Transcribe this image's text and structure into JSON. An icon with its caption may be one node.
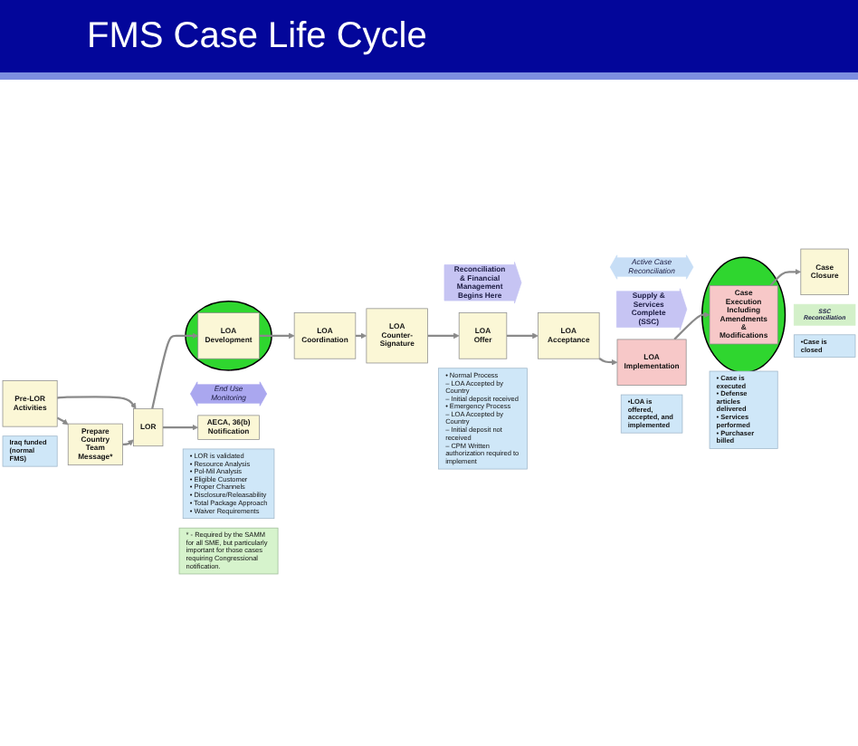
{
  "diagram": {
    "title": "FMS Case Life Cycle",
    "nodes": [
      {
        "text": [
          "End Use Monitoring"
        ]
      },
      {
        "text": [
          "Prepare Country Team Message*"
        ]
      },
      {
        "text": [
          "AECA, 36(b) Notification"
        ]
      },
      {
        "text": [
          "Active Case Reconciliation"
        ]
      },
      {
        "text": [
          "SSC Reconciliation"
        ]
      },
      {
        "text": [
          "Reconciliation & Financial Management Begins Here"
        ]
      },
      {
        "text": [
          "Supply & Services Complete (SSC)"
        ]
      },
      {
        "text": [
          "Pre-LOR Activities"
        ]
      },
      {
        "text": [
          "LOR"
        ]
      },
      {
        "text": [],
        "shape": "ellipse"
      },
      {
        "text": [
          "LOA Development"
        ],
        "in": 9
      },
      {
        "text": [
          "LOA Coordination"
        ]
      },
      {
        "text": [
          "LOA Counter-Signature"
        ]
      },
      {
        "text": [
          "LOA Offer"
        ]
      },
      {
        "text": [
          "LOA Acceptance"
        ]
      },
      {
        "text": [
          "LOA Implementation"
        ]
      },
      {
        "text": [],
        "shape": "ellipse"
      },
      {
        "text": [
          "Case Execution",
          "Including Amendments & Modifications"
        ],
        "in": 16
      },
      {
        "text": [
          "Case Closure"
        ]
      },
      {
        "text": [
          "Iraq funded (normal FMS)"
        ]
      },
      {
        "text": [
          "• LOR is validated",
          "• Resource Analysis",
          "• Pol-Mil Analysis",
          "• Eligible Customer",
          "• Proper Channels",
          "• Disclosure/Releasability",
          "• Total Package Approach",
          "• Waiver Requirements"
        ]
      },
      {
        "text": [
          "• Normal Process",
          "– LOA Accepted by Country",
          "– Initial deposit received",
          "• Emergency Process",
          "– LOA Accepted by Country",
          "– Initial deposit not received",
          "– CPM Written authorization required to implement"
        ]
      },
      {
        "text": [
          "•LOA is offered, accepted, and implemented"
        ]
      },
      {
        "text": [
          "• Case is executed",
          "• Defense articles delivered",
          "• Services performed",
          "• Purchaser billed"
        ]
      },
      {
        "text": [
          "•Case is closed"
        ]
      },
      {
        "text": [
          "* - Required by the SAMM for all SME, but particularly important for those cases requiring Congressional notification."
        ]
      }
    ],
    "edges": [
      {
        "from": 7,
        "to": 8,
        "arrow": "to"
      },
      {
        "from": 7,
        "to": 1,
        "arrow": "to"
      },
      {
        "from": 1,
        "to": 8,
        "arrow": "to"
      },
      {
        "from": 8,
        "to": 2,
        "arrow": "to"
      },
      {
        "from": 8,
        "to": 10,
        "arrow": "to"
      },
      {
        "from": 10,
        "to": 11,
        "arrow": "to"
      },
      {
        "from": 11,
        "to": 12,
        "arrow": "to"
      },
      {
        "from": 12,
        "to": 13,
        "arrow": "to"
      },
      {
        "from": 13,
        "to": 14,
        "arrow": "to"
      },
      {
        "from": 14,
        "to": 15,
        "arrow": "to"
      },
      {
        "from": 15,
        "to": 17,
        "arrow": "to"
      },
      {
        "from": 17,
        "to": 18,
        "arrow": "to"
      }
    ]
  }
}
